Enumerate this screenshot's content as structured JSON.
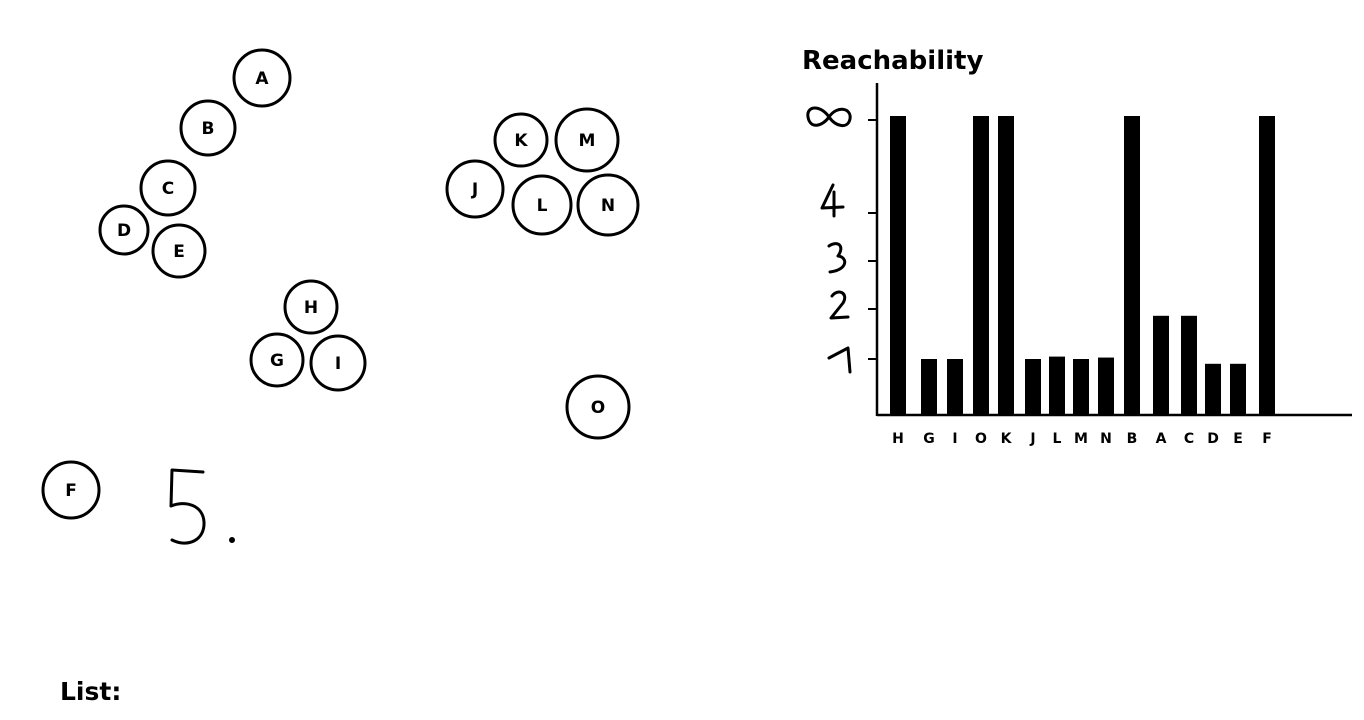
{
  "nodes": [
    {
      "label": "A"
    },
    {
      "label": "B"
    },
    {
      "label": "C"
    },
    {
      "label": "D"
    },
    {
      "label": "E"
    },
    {
      "label": "F"
    },
    {
      "label": "G"
    },
    {
      "label": "H"
    },
    {
      "label": "I"
    },
    {
      "label": "J"
    },
    {
      "label": "K"
    },
    {
      "label": "L"
    },
    {
      "label": "M"
    },
    {
      "label": "N"
    },
    {
      "label": "O"
    }
  ],
  "step_number": "5.",
  "list_label": "List:",
  "chart_data": {
    "type": "bar",
    "title": "Reachability",
    "y_tick_labels": [
      "∞",
      "4",
      "3",
      "2",
      "1"
    ],
    "categories": [
      "H",
      "G",
      "I",
      "O",
      "K",
      "J",
      "L",
      "M",
      "N",
      "B",
      "A",
      "C",
      "D",
      "E",
      "F"
    ],
    "values": [
      "∞",
      1,
      1,
      "∞",
      "∞",
      1,
      1.05,
      1,
      1.03,
      "∞",
      1.9,
      1.9,
      0.9,
      0.9,
      "∞"
    ],
    "bar_color": "#000000"
  }
}
